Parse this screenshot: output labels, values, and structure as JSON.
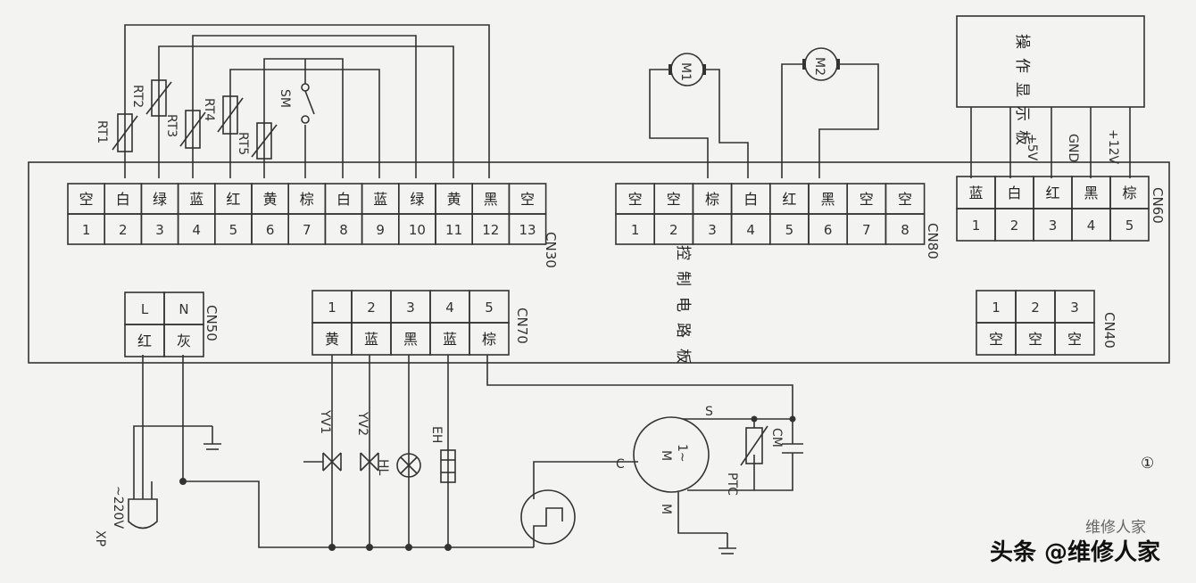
{
  "cn30": {
    "name": "CN30",
    "colors": [
      "空",
      "白",
      "绿",
      "蓝",
      "红",
      "黄",
      "棕",
      "白",
      "蓝",
      "绿",
      "黄",
      "黑",
      "空"
    ],
    "numbers": [
      "1",
      "2",
      "3",
      "4",
      "5",
      "6",
      "7",
      "8",
      "9",
      "10",
      "11",
      "12",
      "13"
    ]
  },
  "cn80": {
    "name": "CN80",
    "colors": [
      "空",
      "空",
      "棕",
      "白",
      "红",
      "黑",
      "空",
      "空"
    ],
    "numbers": [
      "1",
      "2",
      "3",
      "4",
      "5",
      "6",
      "7",
      "8"
    ]
  },
  "cn60": {
    "name": "CN60",
    "colors": [
      "蓝",
      "白",
      "红",
      "黑",
      "棕"
    ],
    "numbers": [
      "1",
      "2",
      "3",
      "4",
      "5"
    ]
  },
  "cn40": {
    "name": "CN40",
    "colors": [
      "空",
      "空",
      "空"
    ],
    "numbers": [
      "1",
      "2",
      "3"
    ]
  },
  "cn50": {
    "name": "CN50",
    "colors": [
      "红",
      "灰"
    ],
    "numbers": [
      "L",
      "N"
    ]
  },
  "cn70": {
    "name": "CN70",
    "colors": [
      "黄",
      "蓝",
      "黑",
      "蓝",
      "棕"
    ],
    "numbers": [
      "1",
      "2",
      "3",
      "4",
      "5"
    ]
  },
  "board": {
    "control_board": "控制电路板",
    "display_board": "操作显示板"
  },
  "power_labels": {
    "plus5": "+5V",
    "gnd": "GND",
    "plus12": "+12V"
  },
  "sensors": {
    "rt1": "RT1",
    "rt2": "RT2",
    "rt3": "RT3",
    "rt4": "RT4",
    "rt5": "RT5",
    "sm": "SM"
  },
  "motors": {
    "m1": "M1",
    "m2": "M2",
    "compressor": "M",
    "compressor_sub": "1~"
  },
  "components": {
    "yv1": "YV1",
    "yv2": "YV2",
    "hl": "HL",
    "eh": "EH",
    "ptc": "PTC",
    "c": "C",
    "s": "S",
    "cm": "M",
    "cap": "CM"
  },
  "plug": {
    "xp": "XP",
    "voltage": "~220V"
  },
  "figure_mark": "①",
  "watermark": {
    "main": "头条 @维修人家",
    "sub": "维修人家"
  }
}
